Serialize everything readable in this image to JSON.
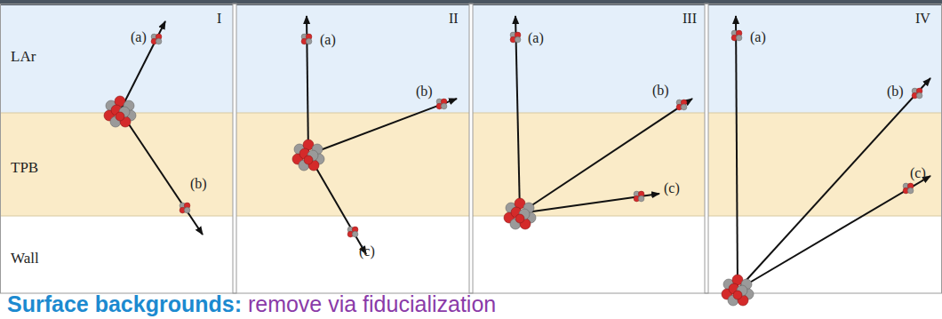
{
  "diagram": {
    "nodes": [
      {
        "text": [
          "LAr"
        ]
      },
      {
        "text": [
          "TPB"
        ]
      },
      {
        "text": [
          "Wall"
        ]
      }
    ],
    "labels": [
      "I",
      "(a)",
      "(b)",
      "II",
      "(a)",
      "(b)",
      "(c)",
      "III",
      "(a)",
      "(b)",
      "(c)",
      "IV",
      "(a)",
      "(b)",
      "(c)",
      "Surface backgrounds:",
      "remove via fiducialization"
    ]
  }
}
